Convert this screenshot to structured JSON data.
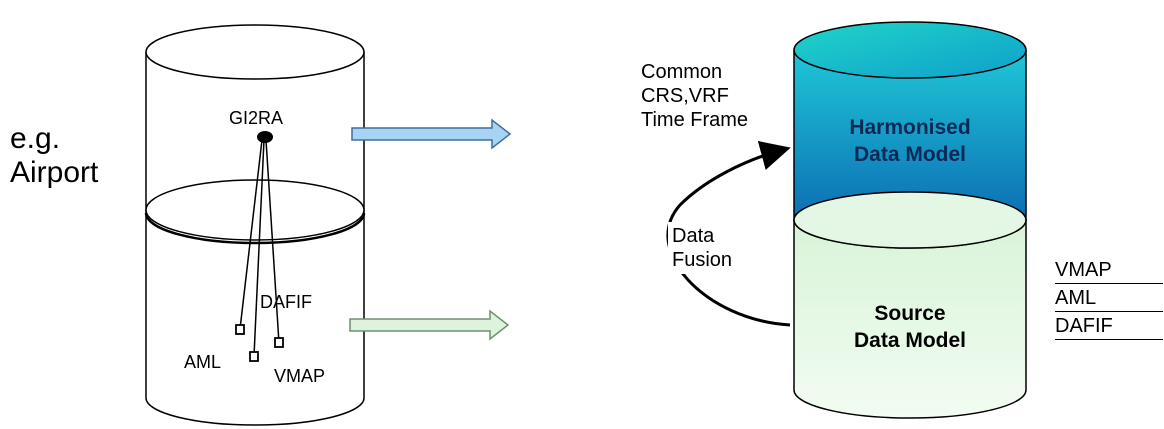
{
  "left_group_label": {
    "line1": "e.g.",
    "line2": "Airport"
  },
  "left_cylinder": {
    "top_node": "GI2RA",
    "sources": [
      "AML",
      "VMAP",
      "DAFIF"
    ]
  },
  "right_cylinder": {
    "top_layer": {
      "line1": "Harmonised",
      "line2": "Data Model"
    },
    "bottom_layer": {
      "line1": "Source",
      "line2": "Data Model"
    }
  },
  "annotation_top": {
    "line1": "Common",
    "line2": "CRS,VRF",
    "line3": "Time Frame"
  },
  "annotation_cycle": {
    "line1": "Data",
    "line2": "Fusion"
  },
  "source_list": [
    "VMAP",
    "AML",
    "DAFIF"
  ],
  "colors": {
    "harmonised_top": "#1ec8d8",
    "harmonised_bottom": "#0a5fae",
    "source_fill": "#e8f8e8",
    "arrow_blue": "#a8d4f4",
    "arrow_green": "#def3de"
  }
}
